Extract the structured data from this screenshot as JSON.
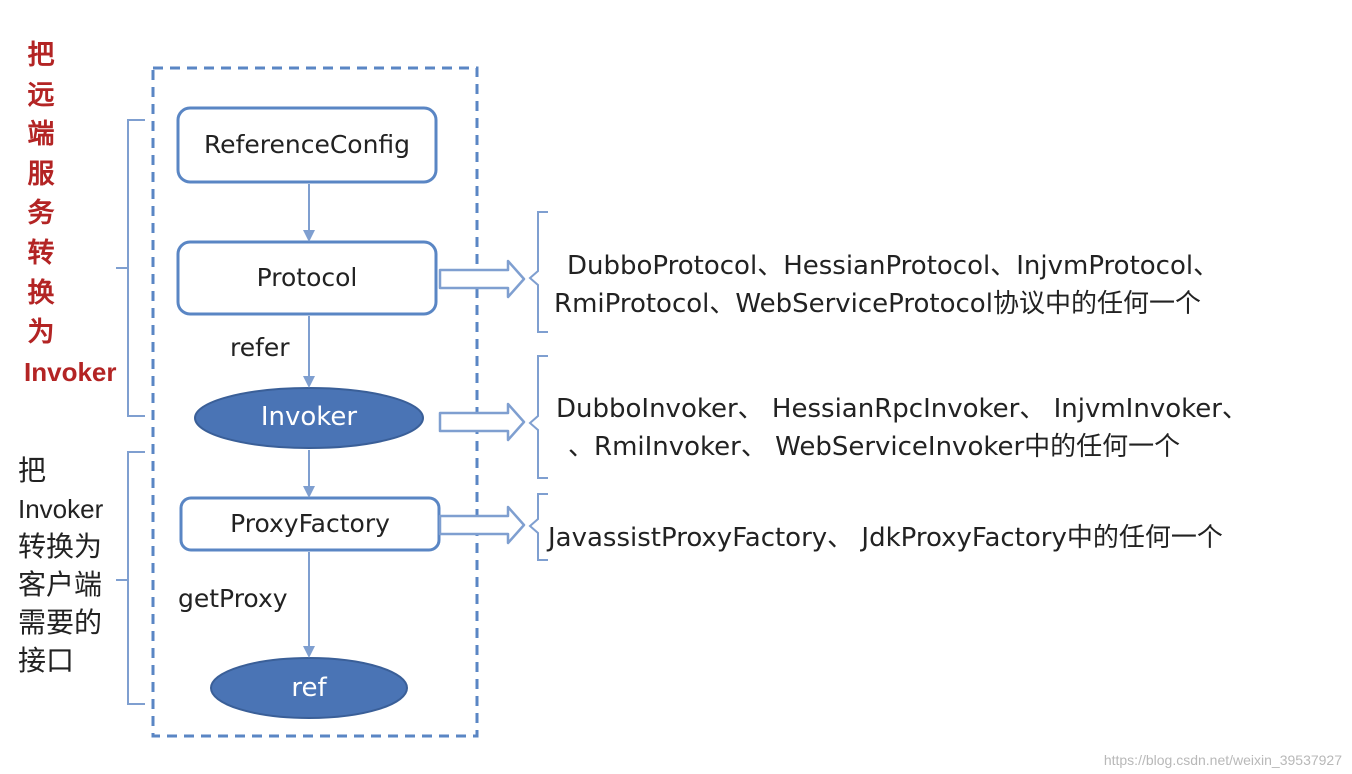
{
  "left_labels": {
    "top_red": [
      "把",
      "远",
      "端",
      "服",
      "务",
      "转",
      "换",
      "为"
    ],
    "top_red_en": "Invoker",
    "bottom_black_1": "把",
    "bottom_black_en": "Invoker",
    "bottom_black_rest": [
      "转换为",
      "客户端",
      "需要的",
      "接口"
    ],
    "red_color": "#b32424"
  },
  "flow": {
    "reference_config": "ReferenceConfig",
    "protocol": "Protocol",
    "refer_label": "refer",
    "invoker": "Invoker",
    "proxy_factory": "ProxyFactory",
    "get_proxy_label": "getProxy",
    "ref": "ref"
  },
  "implementations": {
    "protocol_line1": "DubboProtocol、HessianProtocol、InjvmProtocol、",
    "protocol_line2": "RmiProtocol、WebServiceProtocol协议中的任何一个",
    "invoker_line1": "DubboInvoker、 HessianRpcInvoker、 InjvmInvoker、",
    "invoker_line2": "、RmiInvoker、 WebServiceInvoker中的任何一个",
    "proxy_line1": "JavassistProxyFactory、 JdkProxyFactory中的任何一个"
  },
  "watermark": "https://blog.csdn.net/weixin_39537927",
  "colors": {
    "border_blue": "#5a86c4",
    "node_fill": "#4a74b5",
    "dashed_border": "#5a86c4"
  }
}
